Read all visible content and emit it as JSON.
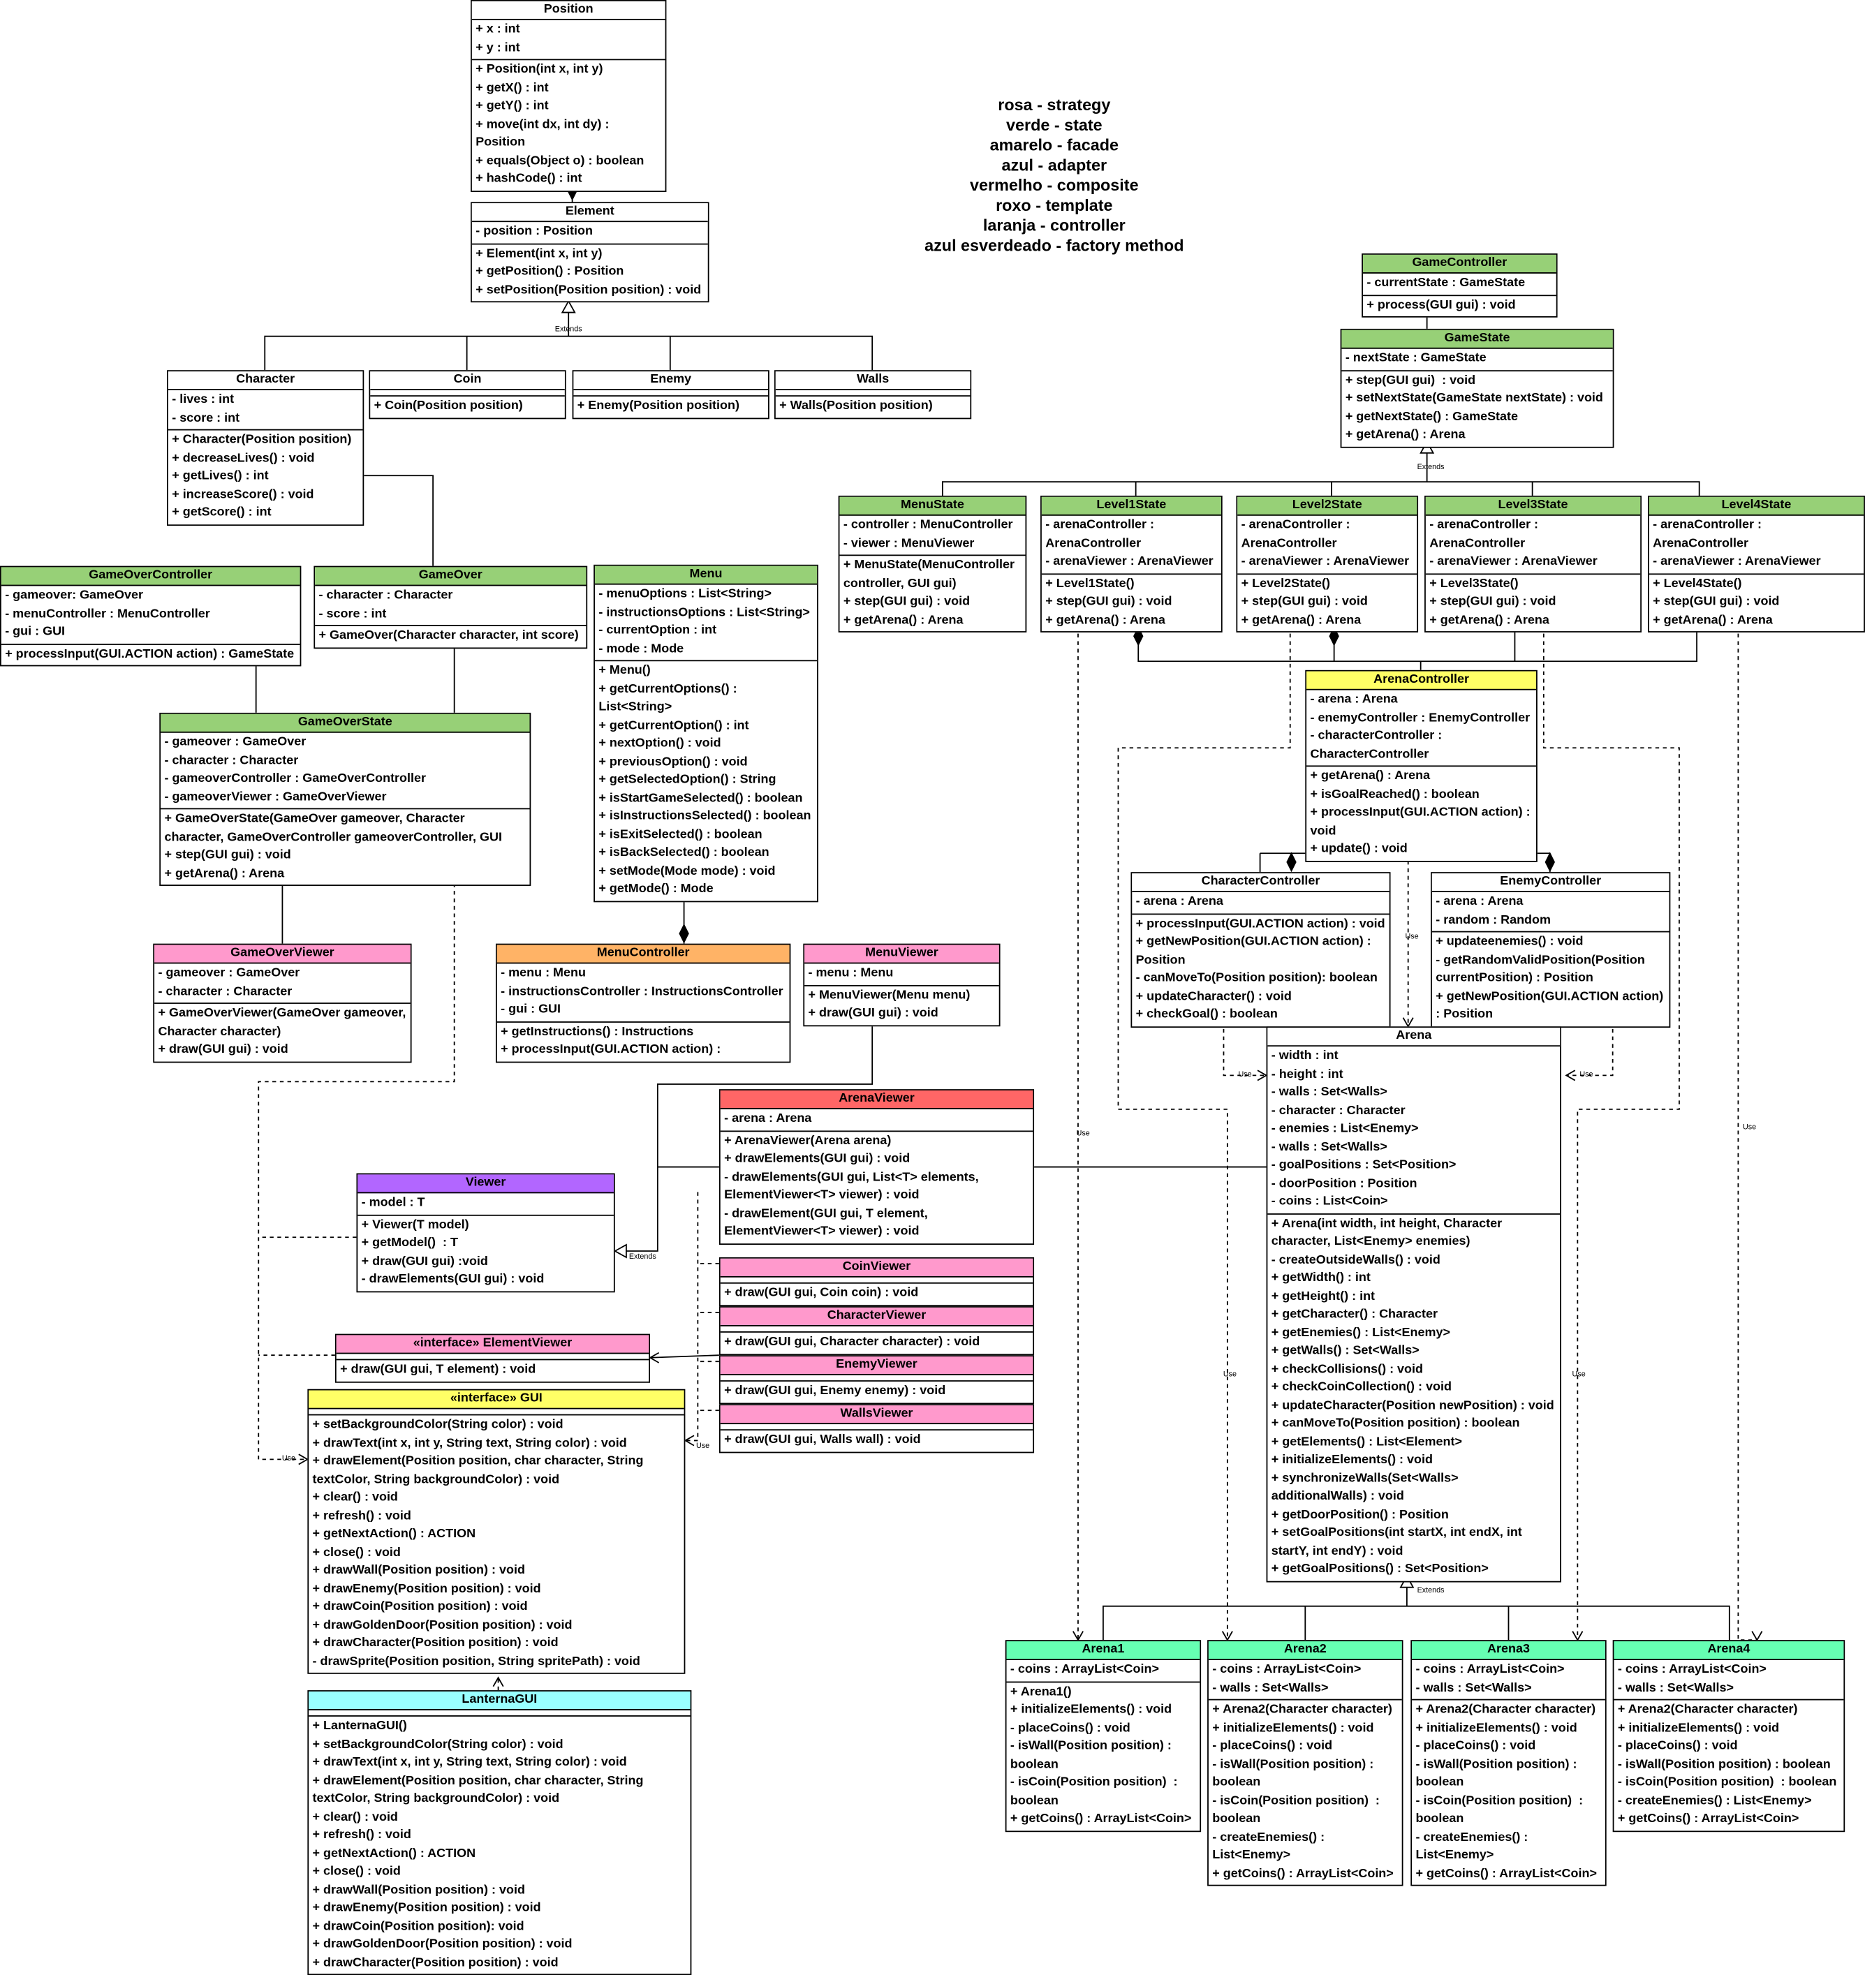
{
  "legend": [
    "rosa - strategy",
    "verde - state",
    "amarelo - facade",
    "azul - adapter",
    "vermelho - composite",
    "roxo - template",
    "laranja - controller",
    "azul esverdeado - factory method"
  ],
  "colors": {
    "verde": "#97d077",
    "rosa": "#ff99cc",
    "amarelo": "#ffff66",
    "laranja": "#ffb366",
    "vermelho": "#ff6666",
    "roxo": "#b266ff",
    "azul": "#99ffff",
    "azul_esverdeado": "#66ffb3",
    "branco": "#ffffff"
  },
  "connector_labels": {
    "extends": "Extends",
    "use": "Use"
  },
  "classes": {
    "position": {
      "title": "Position",
      "attrs": [
        "+ x : int",
        "+ y : int"
      ],
      "ops": [
        "+ Position(int x, int y)",
        "+ getX() : int",
        "+ getY() : int",
        "+ move(int dx, int dy) : Position",
        "+ equals(Object o) : boolean",
        "+ hashCode() : int"
      ]
    },
    "element": {
      "title": "Element",
      "attrs": [
        "- position : Position"
      ],
      "ops": [
        "+ Element(int x, int y)",
        "+ getPosition() : Position",
        "+ setPosition(Position position) : void"
      ]
    },
    "character": {
      "title": "Character",
      "attrs": [
        "- lives : int",
        "- score : int"
      ],
      "ops": [
        "+ Character(Position position)",
        "+ decreaseLives() : void",
        "+ getLives() : int",
        "+ increaseScore() : void",
        "+ getScore() : int"
      ]
    },
    "coin": {
      "title": "Coin",
      "attrs": [],
      "ops": [
        "+ Coin(Position position)"
      ]
    },
    "enemy": {
      "title": "Enemy",
      "attrs": [],
      "ops": [
        "+ Enemy(Position position)"
      ]
    },
    "walls": {
      "title": "Walls",
      "attrs": [],
      "ops": [
        "+ Walls(Position position)"
      ]
    },
    "gameOverController": {
      "title": "GameOverController",
      "attrs": [
        "- gameover: GameOver",
        "- menuController : MenuController",
        "- gui : GUI"
      ],
      "ops": [
        "+ processInput(GUI.ACTION action) : GameState"
      ]
    },
    "gameOver": {
      "title": "GameOver",
      "attrs": [
        "- character : Character",
        "- score : int"
      ],
      "ops": [
        "+ GameOver(Character character, int score)"
      ]
    },
    "menu": {
      "title": "Menu",
      "attrs": [
        "- menuOptions : List<String>",
        "- instructionsOptions : List<String>",
        "- currentOption : int",
        "- mode : Mode"
      ],
      "ops": [
        "+ Menu()",
        "+ getCurrentOptions() : List<String>",
        "+ getCurrentOption() : int",
        "+ nextOption() : void",
        "+ previousOption() : void",
        "+ getSelectedOption() : String",
        "+ isStartGameSelected() : boolean",
        "+ isInstructionsSelected() : boolean",
        "+ isExitSelected() : boolean",
        "+ isBackSelected() : boolean",
        "+ setMode(Mode mode) : void",
        "+ getMode() : Mode"
      ]
    },
    "gameOverState": {
      "title": "GameOverState",
      "attrs": [
        "- gameover : GameOver",
        "- character : Character",
        "- gameoverController : GameOverController",
        "- gameoverViewer : GameOverViewer"
      ],
      "ops": [
        "+ GameOverState(GameOver gameover, Character character, GameOverController gameoverController, GUI",
        "+ step(GUI gui) : void",
        "+ getArena() : Arena"
      ]
    },
    "gameOverViewer": {
      "title": "GameOverViewer",
      "attrs": [
        "- gameover : GameOver",
        "- character : Character"
      ],
      "ops": [
        "+ GameOverViewer(GameOver gameover, Character character)",
        "+ draw(GUI gui) : void"
      ]
    },
    "menuController": {
      "title": "MenuController",
      "attrs": [
        "- menu : Menu",
        "- instructionsController : InstructionsController",
        "- gui : GUI"
      ],
      "ops": [
        "+ getInstructions() : Instructions",
        "+ processInput(GUI.ACTION action) :"
      ]
    },
    "menuViewer": {
      "title": "MenuViewer",
      "attrs": [
        "- menu : Menu"
      ],
      "ops": [
        "+ MenuViewer(Menu menu)",
        "+ draw(GUI gui) : void"
      ]
    },
    "arenaViewer": {
      "title": "ArenaViewer",
      "attrs": [
        "- arena : Arena"
      ],
      "ops": [
        "+ ArenaViewer(Arena arena)",
        "+ drawElements(GUI gui) : void",
        "- drawElements(GUI gui, List<T> elements, ElementViewer<T> viewer) : void",
        "- drawElement(GUI gui, T element, ElementViewer<T> viewer) : void"
      ]
    },
    "viewer": {
      "title": "Viewer",
      "attrs": [
        "- model : T"
      ],
      "ops": [
        "+ Viewer(T model)",
        "+ getModel()  : T",
        "+ draw(GUI gui) :void",
        "- drawElements(GUI gui) : void"
      ]
    },
    "coinViewer": {
      "title": "CoinViewer",
      "attrs": [],
      "ops": [
        "+ draw(GUI gui, Coin coin) : void"
      ]
    },
    "characterViewer": {
      "title": "CharacterViewer",
      "attrs": [],
      "ops": [
        "+ draw(GUI gui, Character character) : void"
      ]
    },
    "enemyViewer": {
      "title": "EnemyViewer",
      "attrs": [],
      "ops": [
        "+ draw(GUI gui, Enemy enemy) : void"
      ]
    },
    "wallsViewer": {
      "title": "WallsViewer",
      "attrs": [],
      "ops": [
        "+ draw(GUI gui, Walls wall) : void"
      ]
    },
    "elementViewer": {
      "title": "«interface» ElementViewer",
      "attrs": [],
      "ops": [
        "+ draw(GUI gui, T element) : void"
      ]
    },
    "gui": {
      "title": "«interface» GUI",
      "attrs": [],
      "ops": [
        "+ setBackgroundColor(String color) : void",
        "+ drawText(int x, int y, String text, String color) : void",
        "+ drawElement(Position position, char character, String textColor, String backgroundColor) : void",
        "+ clear() : void",
        "+ refresh() : void",
        "+ getNextAction() : ACTION",
        "+ close() : void",
        "+ drawWall(Position position) : void",
        "+ drawEnemy(Position position) : void",
        "+ drawCoin(Position position) : void",
        "+ drawGoldenDoor(Position position) : void",
        "+ drawCharacter(Position position) : void",
        "- drawSprite(Position position, String spritePath) : void"
      ]
    },
    "lanternaGUI": {
      "title": "LanternaGUI",
      "attrs": [],
      "ops": [
        "+ LanternaGUI()",
        "+ setBackgroundColor(String color) : void",
        "+ drawText(int x, int y, String text, String color) : void",
        "+ drawElement(Position position, char character, String textColor, String backgroundColor) : void",
        "+ clear() : void",
        "+ refresh() : void",
        "+ getNextAction() : ACTION",
        "+ close() : void",
        "+ drawWall(Position position) : void",
        "+ drawEnemy(Position position) : void",
        "+ drawCoin(Position position): void",
        "+ drawGoldenDoor(Position position) : void",
        "+ drawCharacter(Position position) : void"
      ]
    },
    "gameController": {
      "title": "GameController",
      "attrs": [
        "- currentState : GameState"
      ],
      "ops": [
        "+ process(GUI gui) : void"
      ]
    },
    "gameState": {
      "title": "GameState",
      "attrs": [
        "- nextState : GameState"
      ],
      "ops": [
        "+ step(GUI gui)  : void",
        "+ setNextState(GameState nextState) : void",
        "+ getNextState() : GameState",
        "+ getArena() : Arena"
      ]
    },
    "menuState": {
      "title": "MenuState",
      "attrs": [
        "- controller : MenuController",
        "- viewer : MenuViewer"
      ],
      "ops": [
        "+ MenuState(MenuController controller, GUI gui)",
        "+ step(GUI gui) : void",
        "+ getArena() : Arena"
      ]
    },
    "level1State": {
      "title": "Level1State",
      "attrs": [
        "- arenaController : ArenaController",
        "- arenaViewer : ArenaViewer"
      ],
      "ops": [
        "+ Level1State()",
        "+ step(GUI gui) : void",
        "+ getArena() : Arena"
      ]
    },
    "level2State": {
      "title": "Level2State",
      "attrs": [
        "- arenaController : ArenaController",
        "- arenaViewer : ArenaViewer"
      ],
      "ops": [
        "+ Level2State()",
        "+ step(GUI gui) : void",
        "+ getArena() : Arena"
      ]
    },
    "level3State": {
      "title": "Level3State",
      "attrs": [
        "- arenaController : ArenaController",
        "- arenaViewer : ArenaViewer"
      ],
      "ops": [
        "+ Level3State()",
        "+ step(GUI gui) : void",
        "+ getArena() : Arena"
      ]
    },
    "level4State": {
      "title": "Level4State",
      "attrs": [
        "- arenaController : ArenaController",
        "- arenaViewer : ArenaViewer"
      ],
      "ops": [
        "+ Level4State()",
        "+ step(GUI gui) : void",
        "+ getArena() : Arena"
      ]
    },
    "arenaController": {
      "title": "ArenaController",
      "attrs": [
        "- arena : Arena",
        "- enemyController : EnemyController",
        "- characterController : CharacterController"
      ],
      "ops": [
        "+ getArena() : Arena",
        "+ isGoalReached() : boolean",
        "+ processInput(GUI.ACTION action) : void",
        "+ update() : void"
      ]
    },
    "characterController": {
      "title": "CharacterController",
      "attrs": [
        "- arena : Arena"
      ],
      "ops": [
        "+ processInput(GUI.ACTION action) : void",
        "+ getNewPosition(GUI.ACTION action) : Position",
        "- canMoveTo(Position position): boolean",
        "+ updateCharacter() : void",
        "+ checkGoal() : boolean"
      ]
    },
    "enemyController": {
      "title": "EnemyController",
      "attrs": [
        "- arena : Arena",
        "- random : Random"
      ],
      "ops": [
        "+ updateenemies() : void",
        "- getRandomValidPosition(Position currentPosition) : Position",
        "+ getNewPosition(GUI.ACTION action) : Position"
      ]
    },
    "arena": {
      "title": "Arena",
      "attrs": [
        "- width : int",
        "- height : int",
        "- walls : Set<Walls>",
        "- character : Character",
        "- enemies : List<Enemy>",
        "- walls : Set<Walls>",
        "- goalPositions : Set<Position>",
        "- doorPosition : Position",
        "- coins : List<Coin>"
      ],
      "ops": [
        "+ Arena(int width, int height, Character character, List<Enemy> enemies)",
        "- createOutsideWalls() : void",
        "+ getWidth() : int",
        "+ getHeight() : int",
        "+ getCharacter() : Character",
        "+ getEnemies() : List<Enemy>",
        "+ getWalls() : Set<Walls>",
        "+ checkCollisions() : void",
        "+ checkCoinCollection() : void",
        "+ updateCharacter(Position newPosition) : void",
        "+ canMoveTo(Position position) : boolean",
        "+ getElements() : List<Element>",
        "+ initializeElements() : void",
        "+ synchronizeWalls(Set<Walls> additionalWalls) : void",
        "+ getDoorPosition() : Position",
        "+ setGoalPositions(int startX, int endX, int startY, int endY) : void",
        "+ getGoalPositions() : Set<Position>"
      ]
    },
    "arena1": {
      "title": "Arena1",
      "attrs": [
        "- coins : ArrayList<Coin>"
      ],
      "ops": [
        "+ Arena1()",
        "+ initializeElements() : void",
        "- placeCoins() : void",
        "- isWall(Position position) : boolean",
        "- isCoin(Position position)  : boolean",
        "+ getCoins() : ArrayList<Coin>"
      ]
    },
    "arena2": {
      "title": "Arena2",
      "attrs": [
        "- coins : ArrayList<Coin>",
        "- walls : Set<Walls>"
      ],
      "ops": [
        "+ Arena2(Character character)",
        "+ initializeElements() : void",
        "- placeCoins() : void",
        "- isWall(Position position) : boolean",
        "- isCoin(Position position)  : boolean",
        "- createEnemies() : List<Enemy>",
        "+ getCoins() : ArrayList<Coin>"
      ]
    },
    "arena3": {
      "title": "Arena3",
      "attrs": [
        "- coins : ArrayList<Coin>",
        "- walls : Set<Walls>"
      ],
      "ops": [
        "+ Arena2(Character character)",
        "+ initializeElements() : void",
        "- placeCoins() : void",
        "- isWall(Position position) : boolean",
        "- isCoin(Position position)  : boolean",
        "- createEnemies() : List<Enemy>",
        "+ getCoins() : ArrayList<Coin>"
      ]
    },
    "arena4": {
      "title": "Arena4",
      "attrs": [
        "- coins : ArrayList<Coin>",
        "- walls : Set<Walls>"
      ],
      "ops": [
        "+ Arena2(Character character)",
        "+ initializeElements() : void",
        "- placeCoins() : void",
        "- isWall(Position position) : boolean",
        "- isCoin(Position position)  : boolean",
        "- createEnemies() : List<Enemy>",
        "+ getCoins() : ArrayList<Coin>"
      ]
    }
  }
}
